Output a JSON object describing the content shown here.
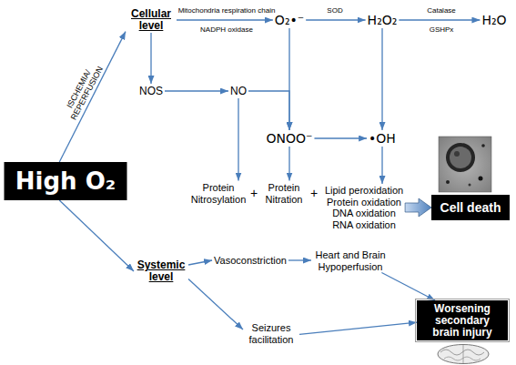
{
  "diagram": {
    "nodes": [
      {
        "text": [
          "High O₂"
        ]
      },
      {
        "text": [
          "Cellular level"
        ]
      },
      {
        "text": [
          "O₂•⁻"
        ]
      },
      {
        "text": [
          "H₂O₂"
        ]
      },
      {
        "text": [
          "H₂O"
        ]
      },
      {
        "text": [
          "NOS"
        ]
      },
      {
        "text": [
          "NO"
        ]
      },
      {
        "text": [
          "ONOO⁻"
        ]
      },
      {
        "text": [
          "•OH"
        ]
      },
      {
        "text": [
          "Protein Nitrosylation"
        ]
      },
      {
        "text": [
          "Protein Nitration"
        ]
      },
      {
        "text": [
          "Lipid peroxidation",
          "Protein oxidation",
          "DNA oxidation",
          "RNA oxidation"
        ]
      },
      {
        "text": [
          "Cell death"
        ]
      },
      {
        "text": [
          "Systemic level"
        ]
      },
      {
        "text": [
          "Vasoconstriction"
        ]
      },
      {
        "text": [
          "Heart and Brain Hypoperfusion"
        ]
      },
      {
        "text": [
          "Worsening secondary brain injury"
        ]
      },
      {
        "text": [
          "Seizures facilitation"
        ]
      }
    ],
    "edges": [
      {
        "from": 0,
        "to": 1,
        "arrow": "to",
        "label": "ISCHEMIA/ REPERFUSION"
      },
      {
        "from": 1,
        "to": 2,
        "arrow": "to",
        "label": "Mitochondria respiration chain"
      },
      {
        "from": 2,
        "to": 3,
        "arrow": "to",
        "label": "SOD"
      },
      {
        "from": 3,
        "to": 4,
        "arrow": "to",
        "label": "Catalase"
      },
      {
        "from": 1,
        "to": 5,
        "arrow": "to"
      },
      {
        "from": 5,
        "to": 6,
        "arrow": "to"
      },
      {
        "from": 6,
        "to": 7,
        "arrow": "to"
      },
      {
        "from": 2,
        "to": 7,
        "arrow": "to"
      },
      {
        "from": 3,
        "to": 8,
        "arrow": "to"
      },
      {
        "from": 7,
        "to": 8,
        "arrow": "to"
      },
      {
        "from": 6,
        "to": 9,
        "arrow": "to"
      },
      {
        "from": 7,
        "to": 10,
        "arrow": "to"
      },
      {
        "from": 8,
        "to": 11,
        "arrow": "to"
      },
      {
        "from": 11,
        "to": 12,
        "arrow": "to"
      },
      {
        "from": 0,
        "to": 13,
        "arrow": "to"
      },
      {
        "from": 13,
        "to": 14,
        "arrow": "to"
      },
      {
        "from": 13,
        "to": 17,
        "arrow": "to"
      },
      {
        "from": 14,
        "to": 15,
        "arrow": "to"
      },
      {
        "from": 15,
        "to": 16,
        "arrow": "to"
      },
      {
        "from": 17,
        "to": 16,
        "arrow": "to"
      }
    ],
    "labels": [
      "NADPH oxidase",
      "GSHPx",
      "+",
      "+"
    ]
  }
}
